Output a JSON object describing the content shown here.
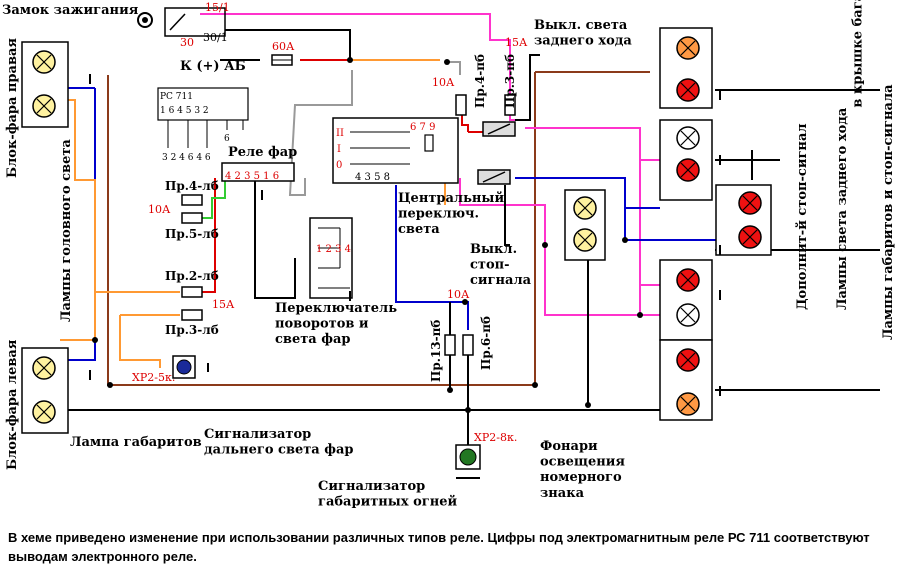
{
  "labels": {
    "ignition_lock": "Замок зажигания",
    "pin_15_1": "15/1",
    "pin_30": "30",
    "pin_30_1": "30/1",
    "fuse_60a": "60А",
    "battery": "К (+) АБ",
    "fuse_10a_top": "10А",
    "fuse_15a_top": "15А",
    "fuse_pr4_pb": "Пр.4-пб",
    "fuse_pr3_pb": "Пр.3-пб",
    "reverse_switch": "Выкл. света\nзаднего хода",
    "rs711": "РС 711",
    "rs711_pins_top": "1  6  4  5    3    2",
    "rs711_pins_bottom": "3    2    4    6        4    6",
    "rs711_pins_extra": "6",
    "headlight_relay": "Реле фар",
    "relay_pins": "4 2 3 5 1 6",
    "central_switch_pins_top": "6  7  9",
    "central_switch_pins_bottom": "4   3   5        8",
    "central_switch_pos_2": "II",
    "central_switch_pos_1": "I",
    "central_switch_pos_0": "0",
    "central_switch": "Центральный\nпереключ.\nсвета",
    "block_right": "Блок-фара правая",
    "block_left": "Блок-фара левая",
    "headlamp_lamps": "Лампы головного света",
    "fuse_pr4_lb": "Пр.4-лб",
    "fuse_10a_left": "10А",
    "fuse_pr5_lb": "Пр.5-лб",
    "fuse_pr2_lb": "Пр.2-лб",
    "fuse_15a_left": "15А",
    "fuse_pr3_lb": "Пр.3-лб",
    "xp2_5k": "ХР2-5к.",
    "side_lamp": "Лампа габаритов",
    "high_beam_indicator": "Сигнализатор\nдальнего света фар",
    "turn_switch": "Переключатель\nповоротов и\nсвета фар",
    "turn_switch_pins": "1 2 3 4",
    "fuse_10a_center": "10А",
    "fuse_pr13_pb": "Пр.13-пб",
    "fuse_pr6_pb": "Пр.6-пб",
    "stop_switch": "Выкл.\nстоп-\nсигнала",
    "xp2_8k": "ХР2-8к.",
    "side_indicator": "Сигнализатор\nгабаритных огней",
    "plate_lights": "Фонари\nосвещения\nномерного\nзнака",
    "extra_stop": "Дополнит-й стоп-сигнал",
    "reverse_lamps": "Лампы света заднего хода\nв крышке багажника",
    "side_stop_lamps": "Лампы габаритов и стоп-сигнала"
  },
  "caption": "В хеме приведено изменение при использовании различных типов реле. Цифры под электромагнитным реле РС 711 соответствуют выводам электронного реле.",
  "colors": {
    "black": "#000000",
    "red": "#dd0000",
    "brown": "#8b3a1a",
    "blue": "#0000cc",
    "orange": "#ff9933",
    "pink": "#ff33cc",
    "gray": "#999999",
    "green": "#33cc33",
    "lamp_yellow": "#fff2a0",
    "lamp_red": "#ee1111",
    "lamp_orange": "#ff9944",
    "lamp_white": "#ffffff"
  },
  "icons": {
    "lamp": "lamp-icon",
    "fuse": "fuse-icon",
    "switch": "switch-icon",
    "ground": "ground-icon",
    "indicator": "indicator-icon"
  }
}
